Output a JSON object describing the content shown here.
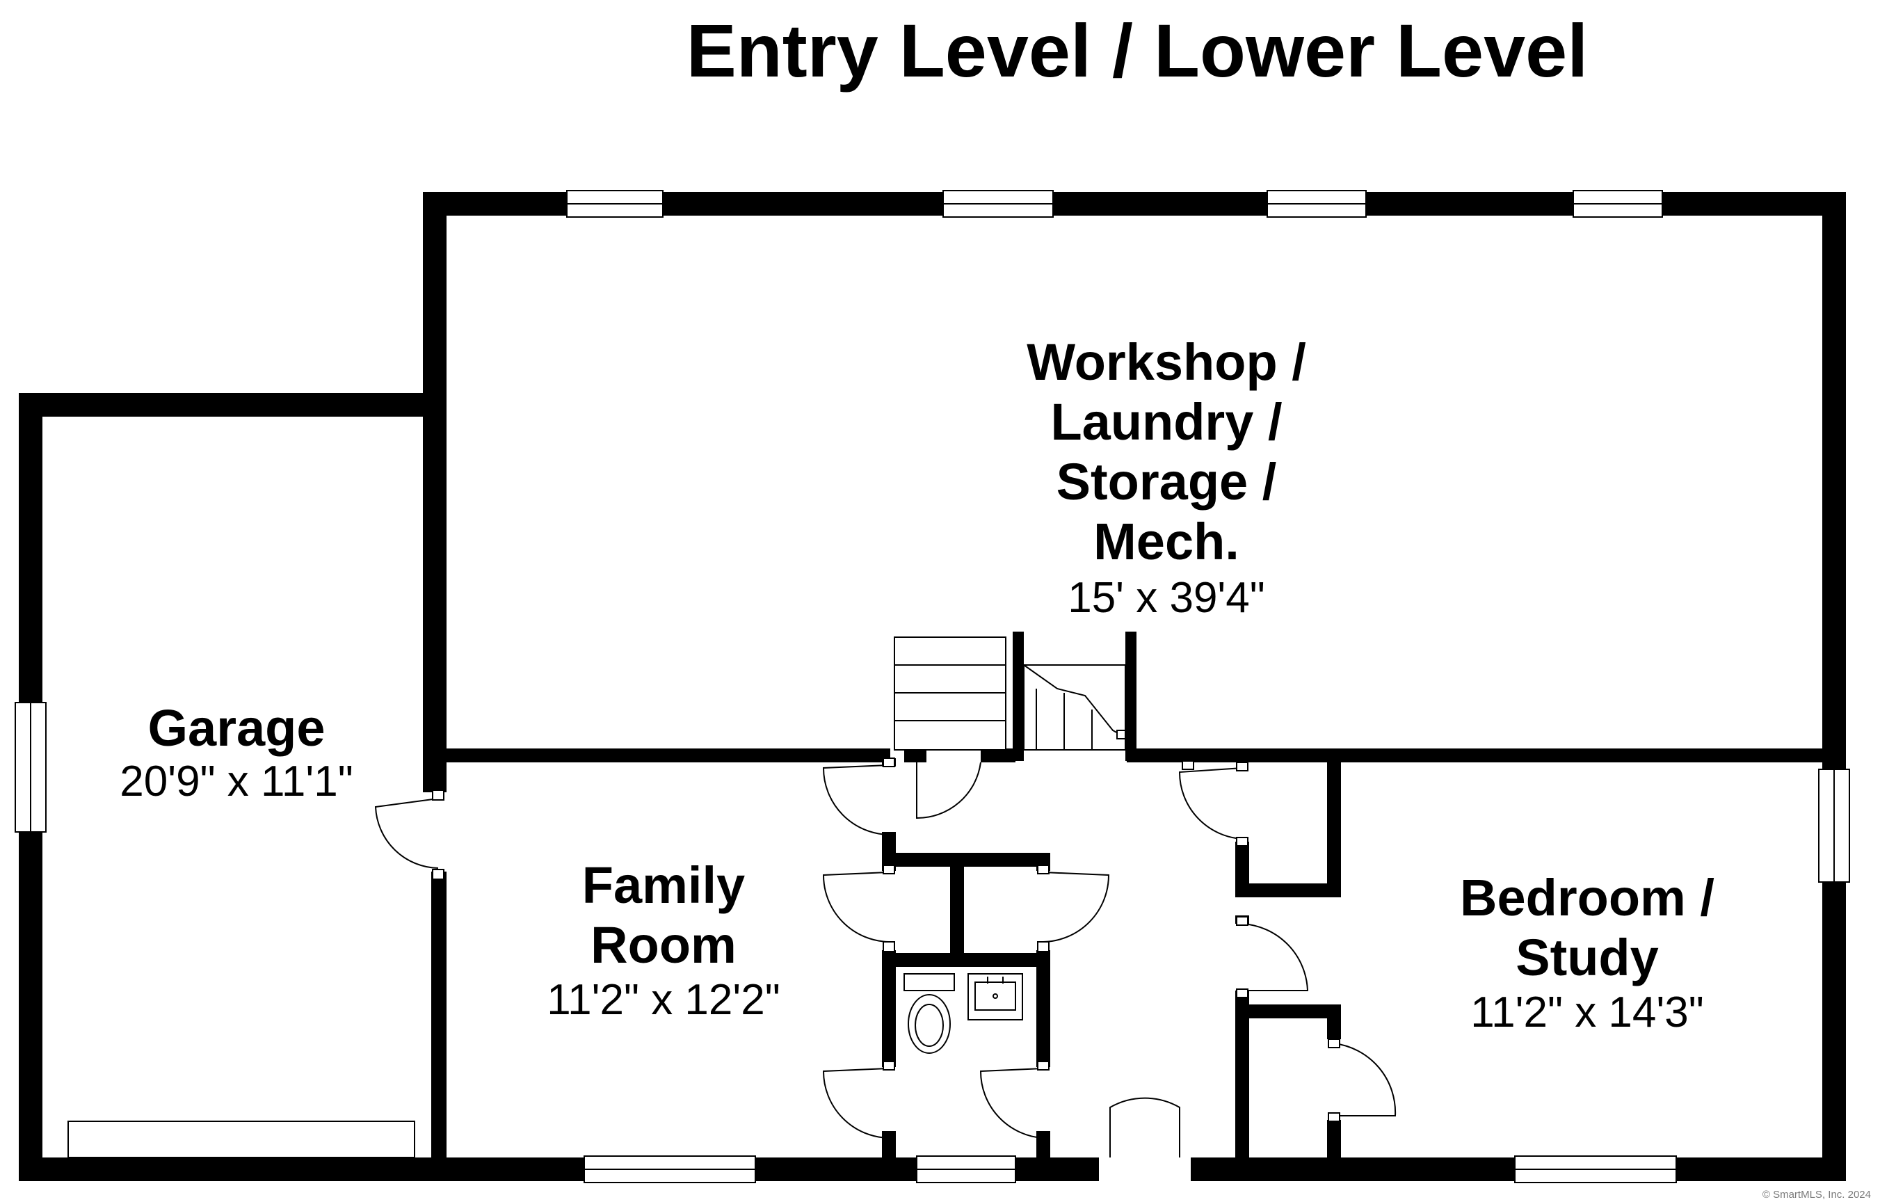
{
  "title": "Entry Level / Lower Level",
  "rooms": {
    "workshop": {
      "name_lines": [
        "Workshop /",
        "Laundry /",
        "Storage /",
        "Mech."
      ],
      "dimensions": "15' x 39'4\""
    },
    "garage": {
      "name_lines": [
        "Garage"
      ],
      "dimensions": "20'9\" x 11'1\""
    },
    "family_room": {
      "name_lines": [
        "Family",
        "Room"
      ],
      "dimensions": "11'2\" x 12'2\""
    },
    "bedroom": {
      "name_lines": [
        "Bedroom /",
        "Study"
      ],
      "dimensions": "11'2\" x 14'3\""
    }
  },
  "credit": "© SmartMLS, Inc. 2024"
}
